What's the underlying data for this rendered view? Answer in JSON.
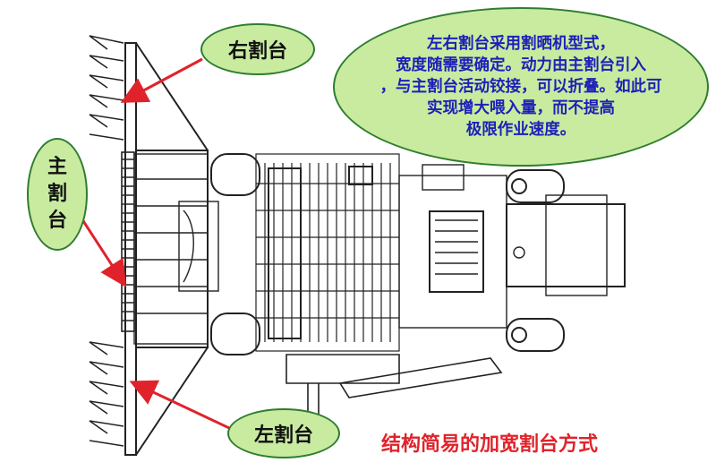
{
  "labels": {
    "right_header": "右割台",
    "main_header": [
      "主",
      "割",
      "台"
    ],
    "left_header": "左割台"
  },
  "note": {
    "lines": [
      "左右割台采用割晒机型式，",
      "宽度随需要确定。动力由主割台引入",
      "，与主割台活动铰接，可以折叠。如此可",
      "实现增大喂入量，而不提高",
      "极限作业速度。"
    ]
  },
  "caption": "结构简易的加宽割台方式",
  "colors": {
    "bubble_fill": "#c8eba0",
    "bubble_border": "#2f7d2f",
    "note_text": "#1d20b9",
    "arrow": "#e0232b",
    "caption": "#e0232b",
    "drawing": "#222222"
  }
}
